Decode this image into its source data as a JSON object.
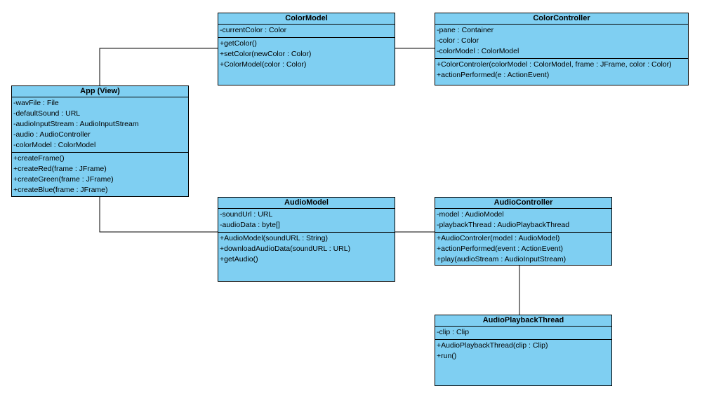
{
  "diagram": {
    "classes": {
      "color_model": {
        "name": "ColorModel",
        "attributes": [
          "-currentColor : Color"
        ],
        "operations": [
          "+getColor()",
          "+setColor(newColor : Color)",
          "+ColorModel(color : Color)"
        ]
      },
      "color_controller": {
        "name": "ColorController",
        "attributes": [
          "-pane : Container",
          "-color : Color",
          "-colorModel : ColorModel"
        ],
        "operations": [
          "+ColorControler(colorModel : ColorModel, frame : JFrame, color : Color)",
          "+actionPerformed(e : ActionEvent)"
        ]
      },
      "app_view": {
        "name": "App (View)",
        "attributes": [
          "-wavFile : File",
          "-defaultSound : URL",
          "-audioInputStream : AudioInputStream",
          "-audio : AudioController",
          "-colorModel : ColorModel"
        ],
        "operations": [
          "+createFrame()",
          "+createRed(frame : JFrame)",
          "+createGreen(frame : JFrame)",
          "+createBlue(frame : JFrame)"
        ]
      },
      "audio_model": {
        "name": "AudioModel",
        "attributes": [
          "-soundUrl : URL",
          "-audioData : byte[]"
        ],
        "operations": [
          "+AudioModel(soundURL : String)",
          "+downloadAudioData(soundURL : URL)",
          "+getAudio()"
        ]
      },
      "audio_controller": {
        "name": "AudioController",
        "attributes": [
          "-model : AudioModel",
          "-playbackThread : AudioPlaybackThread"
        ],
        "operations": [
          "+AudioControler(model : AudioModel)",
          "+actionPerformed(event : ActionEvent)",
          "+play(audioStream : AudioInputStream)"
        ]
      },
      "audio_playback_thread": {
        "name": "AudioPlaybackThread",
        "attributes": [
          "-clip : Clip"
        ],
        "operations": [
          "+AudioPlaybackThread(clip : Clip)",
          "+run()"
        ]
      }
    },
    "colors": {
      "class_fill": "#7fcff2",
      "border": "#000000",
      "text": "#000000"
    }
  }
}
